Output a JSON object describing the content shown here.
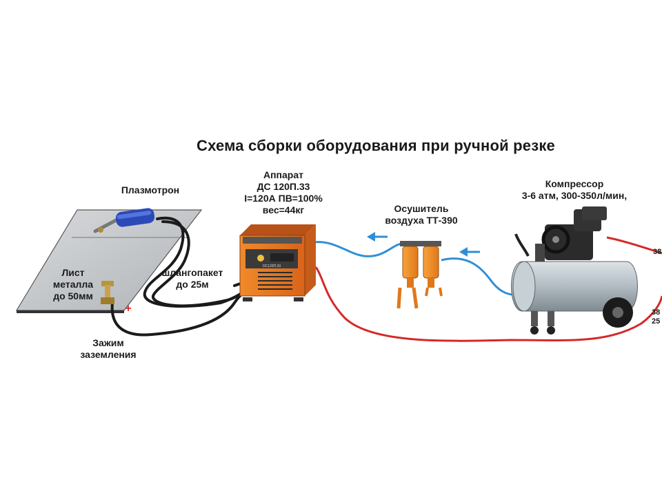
{
  "title": "Схема сборки оборудования при ручной резке",
  "labels": {
    "plasmatron": "Плазмотрон",
    "apparatus": [
      "Аппарат",
      "ДС 120П.33",
      "I=120А ПВ=100%",
      "вес=44кг"
    ],
    "dryer": [
      "Осушитель",
      "воздуха ТТ-390"
    ],
    "compressor": [
      "Компрессор",
      "3-6 атм, 300-350л/мин,"
    ],
    "metal_sheet": [
      "Лист",
      "металла",
      "до 50мм"
    ],
    "hose_pack": [
      "шлангопакет",
      "до 25м"
    ],
    "ground_clamp": [
      "Зажим",
      "заземления"
    ],
    "plus_sign": "+",
    "edge_right_top": "38",
    "edge_right_bottom": [
      "38",
      "25"
    ]
  },
  "device_text": {
    "apparatus_model": "DC120П.33"
  },
  "colors": {
    "power_cable": "#d62828",
    "air_hose": "#2f8fd6",
    "black_cable": "#1b1b1b",
    "apparatus_body": "#e8741d",
    "dryer_body": "#f28a1c",
    "tank": "#b8c2c8",
    "sheet": "#c9cccf"
  },
  "icons": {
    "flow_arrow": "arrow-left-icon"
  }
}
